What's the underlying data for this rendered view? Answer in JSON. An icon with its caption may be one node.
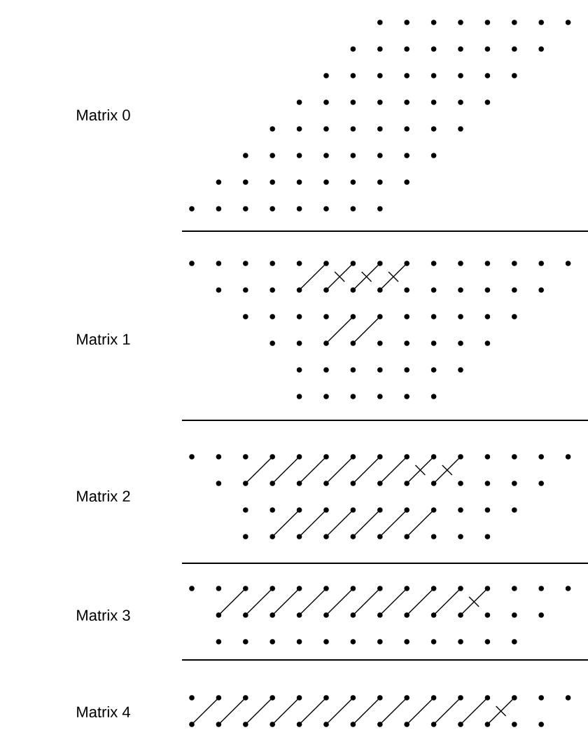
{
  "diagram": {
    "labels": [
      "Matrix 0",
      "Matrix 1",
      "Matrix 2",
      "Matrix 3",
      "Matrix 4"
    ]
  }
}
